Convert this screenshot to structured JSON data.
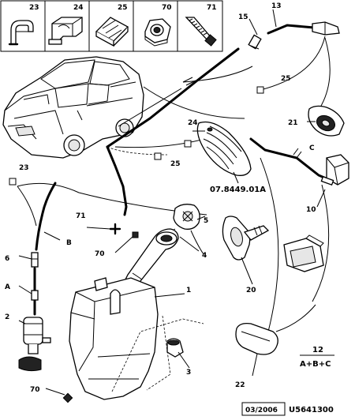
{
  "legend_boxes": [
    {
      "ref": "23",
      "icon": "clip-icon"
    },
    {
      "ref": "24",
      "icon": "hose-clamp-icon"
    },
    {
      "ref": "25",
      "icon": "clip-block-icon"
    },
    {
      "ref": "70",
      "icon": "hex-nut-icon"
    },
    {
      "ref": "71",
      "icon": "screw-icon"
    }
  ],
  "callouts": {
    "c1": "1",
    "c2": "2",
    "c3": "3",
    "c4": "4",
    "c5": "5",
    "c6": "6",
    "c10": "10",
    "c13": "13",
    "c15": "15",
    "c20": "20",
    "c21": "21",
    "c22": "22",
    "c23": "23",
    "c24": "24",
    "c25a": "25",
    "c25b": "25",
    "c70a": "70",
    "c70b": "70",
    "c71": "71",
    "cA": "A",
    "cB": "B",
    "cC": "C"
  },
  "reference_code": "07.8449.01A",
  "footer": {
    "group_number": "12",
    "group_formula": "A+B+C",
    "date": "03/2006",
    "drawing_id": "U5641300"
  }
}
